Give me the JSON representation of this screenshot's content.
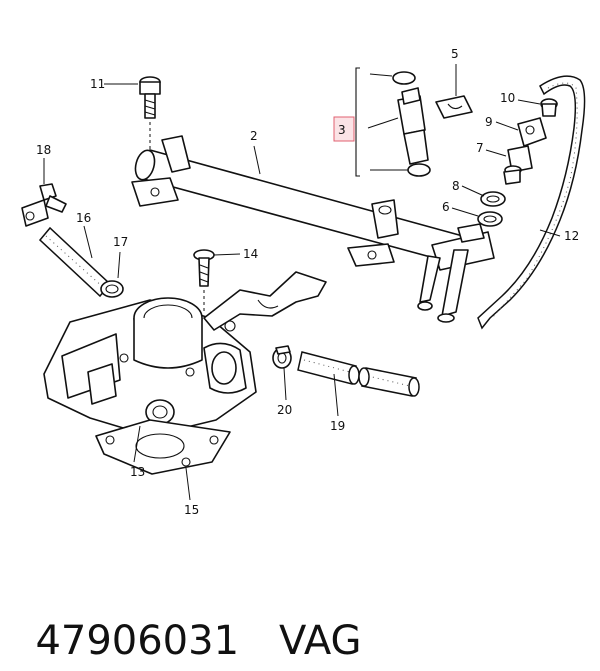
{
  "diagram": {
    "callouts": {
      "p2": "2",
      "p3": "3",
      "p5": "5",
      "p6": "6",
      "p7": "7",
      "p8": "8",
      "p9": "9",
      "p10": "10",
      "p11": "11",
      "p12": "12",
      "p13": "13",
      "p14": "14",
      "p15": "15",
      "p16": "16",
      "p17": "17",
      "p18": "18",
      "p19": "19",
      "p20": "20"
    },
    "highlight_color": "#e06070",
    "highlight_fill": "#fbe3e6"
  },
  "caption": {
    "part_number": "47906031",
    "brand": "VAG"
  }
}
